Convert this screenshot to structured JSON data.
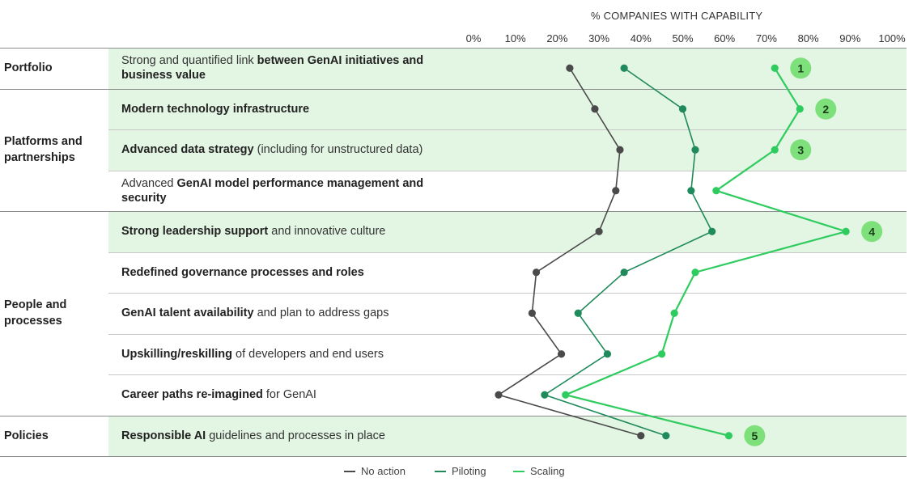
{
  "chart_data": {
    "type": "line",
    "title": "% COMPANIES WITH CAPABILITY",
    "orientation": "horizontal-values",
    "xlim": [
      0,
      100
    ],
    "x_ticks": [
      "0%",
      "10%",
      "20%",
      "30%",
      "40%",
      "50%",
      "60%",
      "70%",
      "80%",
      "90%",
      "100%"
    ],
    "groups": [
      {
        "label": "Portfolio",
        "rows": [
          0
        ]
      },
      {
        "label": "Platforms and partnerships",
        "rows": [
          1,
          2,
          3
        ]
      },
      {
        "label": "People and processes",
        "rows": [
          4,
          5,
          6,
          7,
          8
        ]
      },
      {
        "label": "Policies",
        "rows": [
          9
        ]
      }
    ],
    "categories": [
      {
        "plain_before": "Strong and quantified link ",
        "bold": "between GenAI initiatives and business value",
        "plain_after": "",
        "highlighted": true,
        "badge": "1"
      },
      {
        "plain_before": "",
        "bold": "Modern technology infrastructure",
        "plain_after": "",
        "highlighted": true,
        "badge": "2"
      },
      {
        "plain_before": "",
        "bold": "Advanced data strategy",
        "plain_after": " (including for unstructured data)",
        "highlighted": true,
        "badge": "3"
      },
      {
        "plain_before": "Advanced ",
        "bold": "GenAI model performance management and security",
        "plain_after": "",
        "highlighted": false,
        "badge": ""
      },
      {
        "plain_before": "",
        "bold": "Strong leadership support",
        "plain_after": " and innovative culture",
        "highlighted": true,
        "badge": "4"
      },
      {
        "plain_before": "",
        "bold": "Redefined governance processes and roles",
        "plain_after": "",
        "highlighted": false,
        "badge": ""
      },
      {
        "plain_before": "",
        "bold": "GenAI talent availability",
        "plain_after": " and plan to address gaps",
        "highlighted": false,
        "badge": ""
      },
      {
        "plain_before": "",
        "bold": "Upskilling/reskilling",
        "plain_after": " of developers and end users",
        "highlighted": false,
        "badge": ""
      },
      {
        "plain_before": "",
        "bold": "Career paths re-imagined",
        "plain_after": " for GenAI",
        "highlighted": false,
        "badge": ""
      },
      {
        "plain_before": "",
        "bold": "Responsible AI",
        "plain_after": " guidelines and processes in place",
        "highlighted": true,
        "badge": "5"
      }
    ],
    "series": [
      {
        "name": "No action",
        "color": "#4a4a4a",
        "values": [
          23,
          29,
          35,
          34,
          30,
          15,
          14,
          21,
          6,
          40
        ]
      },
      {
        "name": "Piloting",
        "color": "#1f8a5c",
        "values": [
          36,
          50,
          53,
          52,
          57,
          36,
          25,
          32,
          17,
          46
        ]
      },
      {
        "name": "Scaling",
        "color": "#2ecc5e",
        "values": [
          72,
          78,
          72,
          58,
          89,
          53,
          48,
          45,
          22,
          61
        ]
      }
    ],
    "badge_color": "#7ee07a",
    "highlight_color": "#e3f5e3",
    "legend_placement": "bottom-center"
  }
}
